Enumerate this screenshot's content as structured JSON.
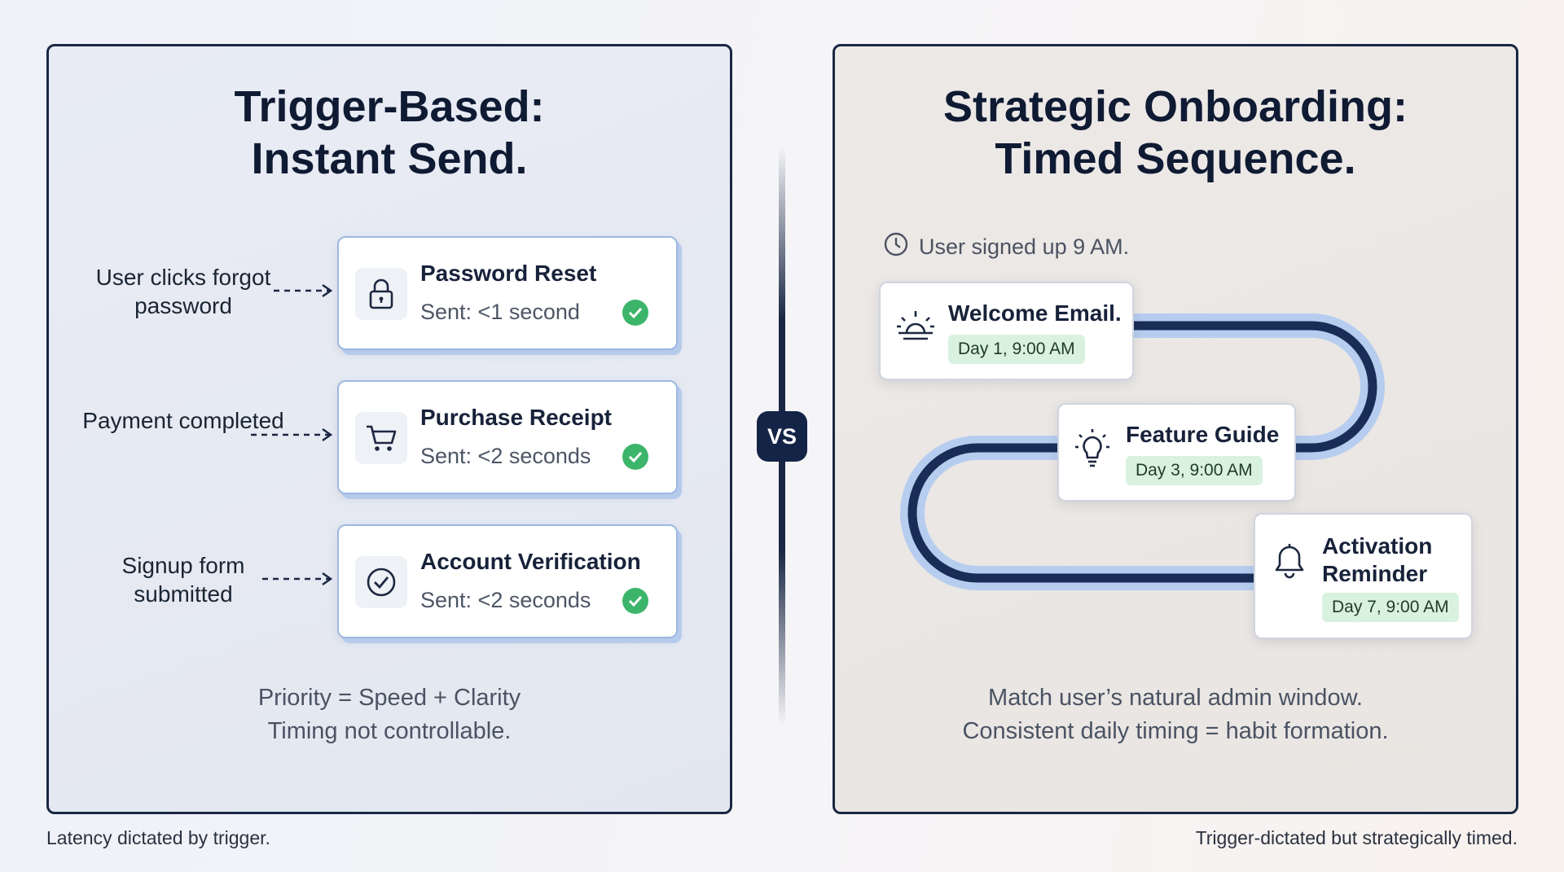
{
  "left_panel": {
    "title": "Trigger-Based:\nInstant Send.",
    "rows": [
      {
        "trigger": "User clicks forgot password",
        "icon": "lock-icon",
        "title": "Password Reset",
        "sent": "Sent: <1 second"
      },
      {
        "trigger": "Payment completed",
        "icon": "cart-icon",
        "title": "Purchase Receipt",
        "sent": "Sent: <2 seconds"
      },
      {
        "trigger": "Signup form submitted",
        "icon": "check-circle-icon",
        "title": "Account Verification",
        "sent": "Sent: <2 seconds"
      }
    ],
    "footnote_line1": "Priority = Speed + Clarity",
    "footnote_line2": "Timing not controllable."
  },
  "vs_label": "VS",
  "right_panel": {
    "title": "Strategic Onboarding:\nTimed Sequence.",
    "signup_note": "User signed up 9 AM.",
    "steps": [
      {
        "icon": "sunrise-icon",
        "title": "Welcome Email.",
        "time": "Day 1, 9:00 AM"
      },
      {
        "icon": "lightbulb-icon",
        "title": "Feature Guide",
        "time": "Day 3, 9:00 AM"
      },
      {
        "icon": "bell-icon",
        "title": "Activation\nReminder",
        "time": "Day 7, 9:00 AM"
      }
    ],
    "footnote_line1": "Match user’s natural admin window.",
    "footnote_line2": "Consistent daily timing = habit formation."
  },
  "bottom_left_note": "Latency dictated by trigger.",
  "bottom_right_note": "Trigger-dictated but strategically timed.",
  "colors": {
    "navy": "#1a2744",
    "card_border": "#9db8e2",
    "check_green": "#3cb56a",
    "pill_green": "#d9f2df",
    "track_glow": "#b7cdef"
  }
}
